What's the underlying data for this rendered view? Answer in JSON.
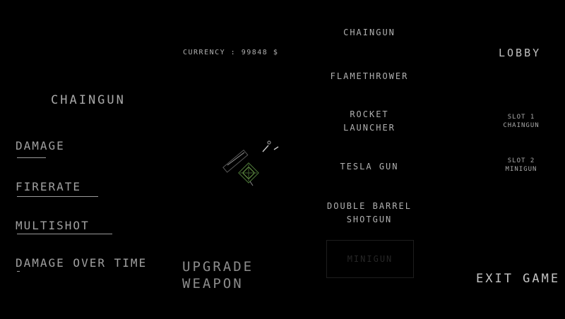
{
  "left_panel": {
    "selected_weapon": "CHAINGUN",
    "stats": [
      {
        "label": "DAMAGE",
        "level": 0.3
      },
      {
        "label": "FIRERATE",
        "level": 0.85
      },
      {
        "label": "MULTISHOT",
        "level": 1.0
      },
      {
        "label": "DAMAGE OVER TIME",
        "level": 0.03
      }
    ]
  },
  "center_panel": {
    "currency_label": "CURRENCY : 99848 $",
    "upgrade_label_line1": "UPGRADE",
    "upgrade_label_line2": "WEAPON",
    "weapon_art_accent": "#6fa34a"
  },
  "weapon_list": [
    {
      "line1": "CHAINGUN",
      "line2": ""
    },
    {
      "line1": "FLAMETHROWER",
      "line2": ""
    },
    {
      "line1": "ROCKET",
      "line2": "LAUNCHER"
    },
    {
      "line1": "TESLA GUN",
      "line2": ""
    },
    {
      "line1": "DOUBLE BARREL",
      "line2": "SHOTGUN"
    },
    {
      "line1": "MINIGUN",
      "line2": "",
      "disabled": true
    }
  ],
  "right_panel": {
    "lobby_label": "LOBBY",
    "slot1_label": "SLOT 1",
    "slot1_weapon": "CHAINGUN",
    "slot2_label": "SLOT 2",
    "slot2_weapon": "MINIGUN",
    "exit_label": "EXIT GAME"
  }
}
